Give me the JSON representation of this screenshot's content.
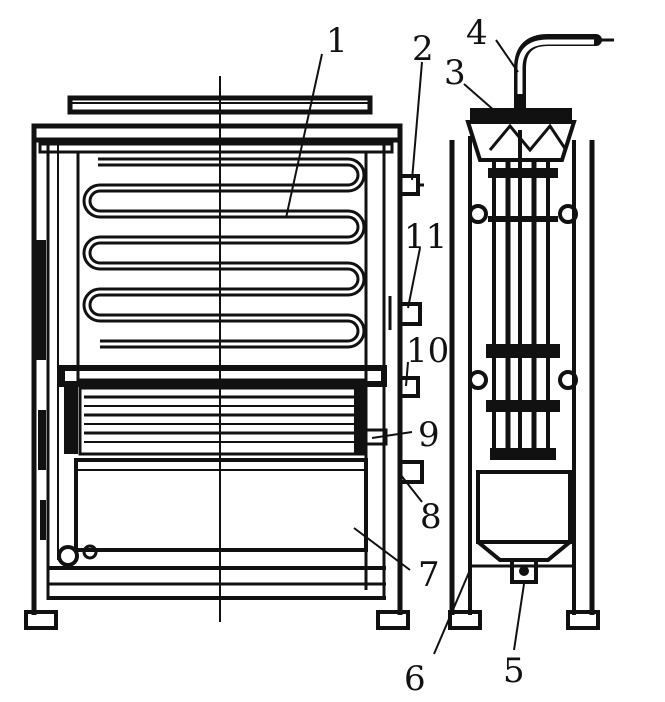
{
  "figure": {
    "colors": {
      "ink": "#111111",
      "paper": "#ffffff"
    },
    "callouts": [
      {
        "id": "c1",
        "text": "1"
      },
      {
        "id": "c2",
        "text": "2"
      },
      {
        "id": "c3",
        "text": "3"
      },
      {
        "id": "c4",
        "text": "4"
      },
      {
        "id": "c5",
        "text": "5"
      },
      {
        "id": "c6",
        "text": "6"
      },
      {
        "id": "c7",
        "text": "7"
      },
      {
        "id": "c8",
        "text": "8"
      },
      {
        "id": "c9",
        "text": "9"
      },
      {
        "id": "c10",
        "text": "10"
      },
      {
        "id": "c11",
        "text": "11"
      }
    ]
  }
}
